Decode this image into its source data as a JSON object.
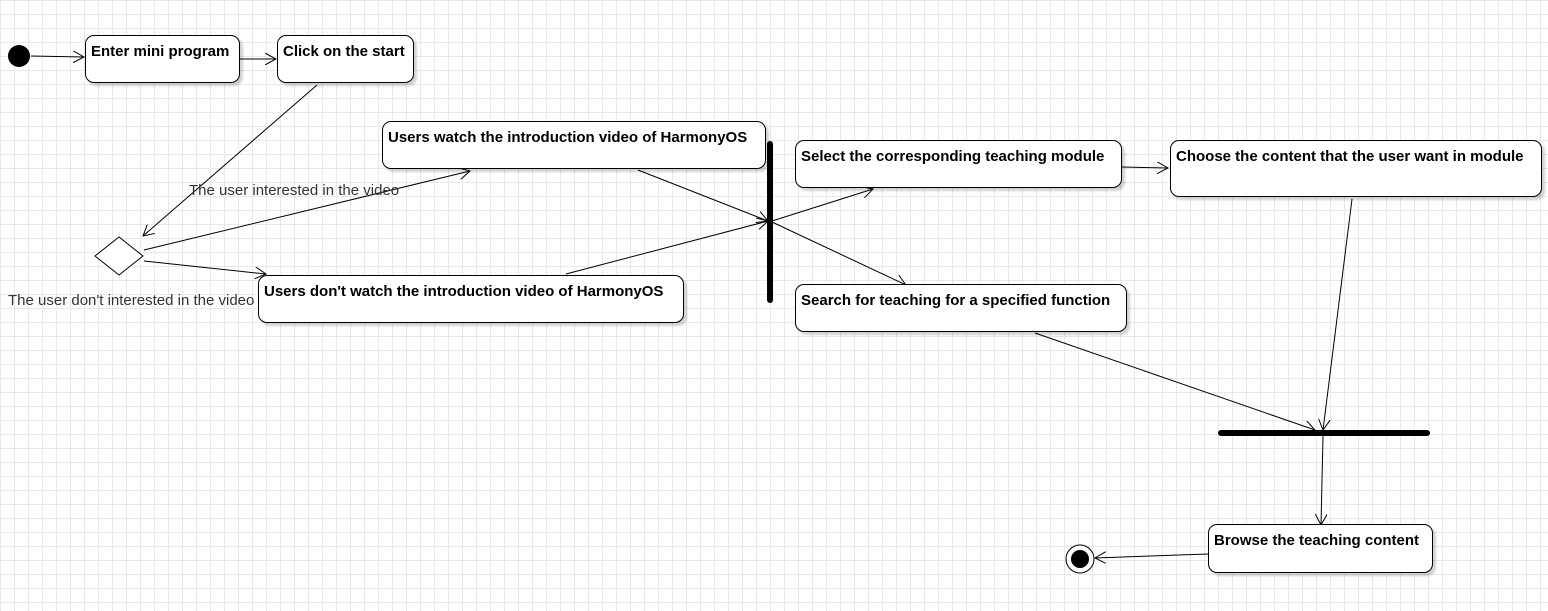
{
  "diagram": {
    "type": "uml-activity",
    "colors": {
      "stroke": "#000000",
      "node_fill": "#ffffff",
      "grid": "#e8e8e8",
      "label_text": "#333333"
    },
    "nodes": {
      "enter": "Enter mini program",
      "click_start": "Click on the start",
      "watch_video": "Users watch the introduction video of HarmonyOS",
      "dont_watch_video": "Users don't watch the introduction video of HarmonyOS",
      "select_module": "Select the corresponding teaching module",
      "choose_content": "Choose the content that the user want in module",
      "search_function": "Search for teaching for a specified function",
      "browse": "Browse the teaching content"
    },
    "guards": {
      "interested": "The user interested in the video",
      "not_interested": "The user don't interested in the video"
    },
    "edges": [
      {
        "from": "initial-node",
        "to": "enter"
      },
      {
        "from": "enter",
        "to": "click_start"
      },
      {
        "from": "click_start",
        "to": "decision-node"
      },
      {
        "from": "decision-node",
        "to": "watch_video",
        "guard": "interested"
      },
      {
        "from": "decision-node",
        "to": "dont_watch_video",
        "guard": "not_interested"
      },
      {
        "from": "watch_video",
        "to": "vertical-bar"
      },
      {
        "from": "dont_watch_video",
        "to": "vertical-bar"
      },
      {
        "from": "vertical-bar",
        "to": "select_module"
      },
      {
        "from": "vertical-bar",
        "to": "search_function"
      },
      {
        "from": "select_module",
        "to": "choose_content"
      },
      {
        "from": "choose_content",
        "to": "horizontal-bar"
      },
      {
        "from": "search_function",
        "to": "horizontal-bar"
      },
      {
        "from": "horizontal-bar",
        "to": "browse"
      },
      {
        "from": "browse",
        "to": "final-node"
      }
    ]
  }
}
